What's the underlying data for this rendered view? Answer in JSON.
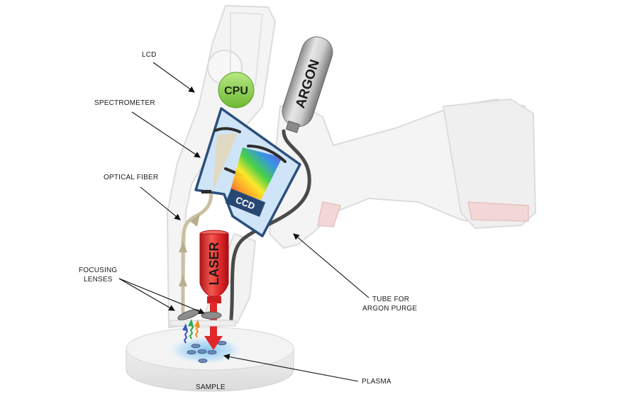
{
  "labels": {
    "lcd": "LCD",
    "spectrometer": "SPECTROMETER",
    "optical_fiber": "OPTICAL FIBER",
    "focusing_lenses_line1": "FOCUSING",
    "focusing_lenses_line2": "LENSES",
    "tube_line1": "TUBE FOR",
    "tube_line2": "ARGON PURGE",
    "plasma": "PLASMA",
    "sample": "SAMPLE"
  },
  "components": {
    "cpu": "CPU",
    "argon": "ARGON",
    "laser": "LASER",
    "ccd": "CCD"
  },
  "colors": {
    "device_outline": "#dcdcdc",
    "spectrometer_fill": "#cfe4f7",
    "spectrometer_border": "#2c4f7c",
    "cpu_green": "#8fd14f",
    "laser_red": "#e0282a",
    "fiber_tan": "#c9c0a3",
    "tube_gray": "#4a4a4a",
    "plasma_blue": "#7fc3ee"
  }
}
